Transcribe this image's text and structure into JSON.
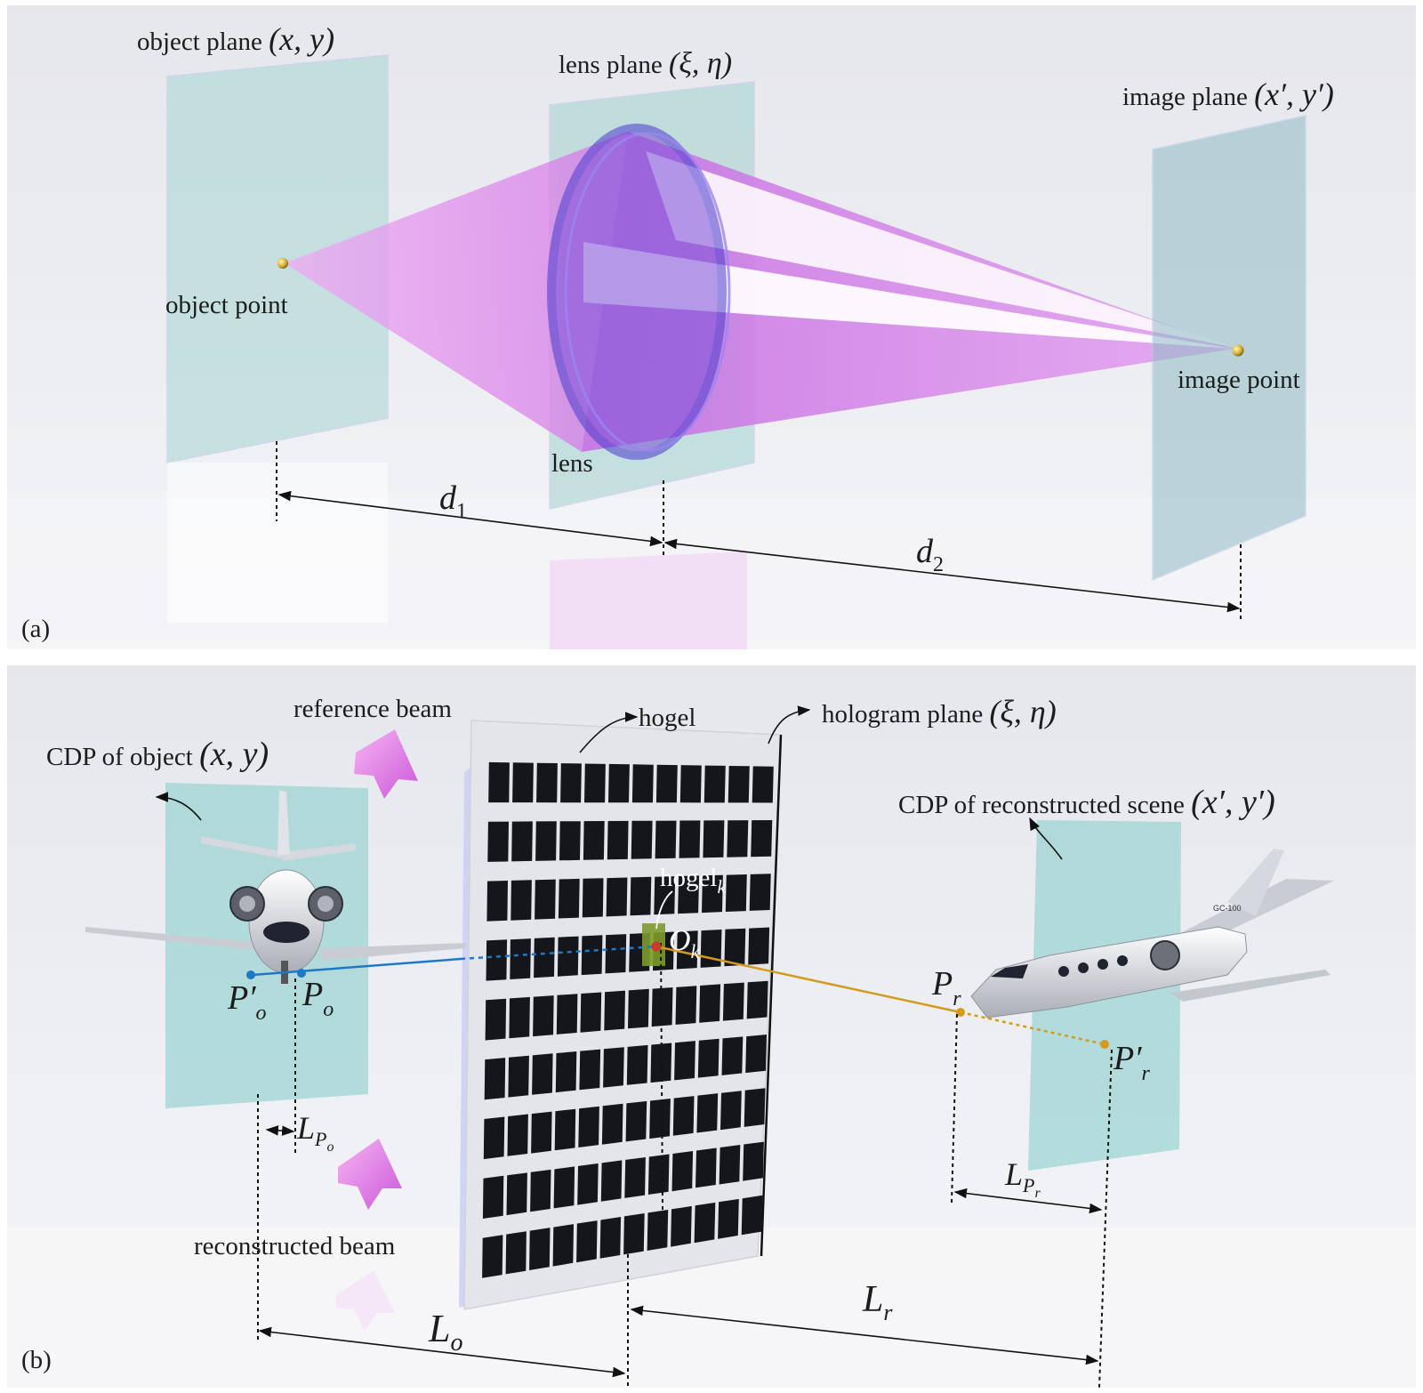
{
  "panel_a": {
    "tag": "(a)",
    "object_plane_label": "object plane",
    "object_plane_coords": "(x, y)",
    "lens_plane_label": "lens plane",
    "lens_plane_coords": "(ξ, η)",
    "image_plane_label": "image plane",
    "image_plane_coords": "(x′, y′)",
    "object_point_label": "object point",
    "image_point_label": "image point",
    "lens_label": "lens",
    "d1_base": "d",
    "d1_sub": "1",
    "d2_base": "d",
    "d2_sub": "2"
  },
  "panel_b": {
    "tag": "(b)",
    "reference_beam_label": "reference beam",
    "hogel_label": "hogel",
    "hologram_plane_label": "hologram plane",
    "hologram_plane_coords": "(ξ, η)",
    "cdp_object_label": "CDP of object",
    "cdp_object_coords": "(x, y)",
    "cdp_scene_label": "CDP of reconstructed scene",
    "cdp_scene_coords": "(x′, y′)",
    "hogel_k_base": "hogel",
    "hogel_k_sub": "k",
    "ok_base": "O",
    "ok_sub": "k",
    "po_prime_base": "P′",
    "po_prime_sub": "o",
    "po_base": "P",
    "po_sub": "o",
    "pr_base": "P",
    "pr_sub": "r",
    "pr_prime_base": "P′",
    "pr_prime_sub": "r",
    "lpo_base": "L",
    "lpo_sub": "P",
    "lpo_subsub": "o",
    "lpr_base": "L",
    "lpr_sub": "P",
    "lpr_subsub": "r",
    "reconstructed_beam_label": "reconstructed beam",
    "lo_base": "L",
    "lo_sub": "o",
    "lr_base": "L",
    "lr_sub": "r",
    "plane_label_airplane": "GC-100"
  },
  "colors": {
    "background_top": "#e4e6ec",
    "background_bottom": "#f4f5f8",
    "plane_glass": "#9fd3cf",
    "beam": "#e07ae8",
    "lens": "#7c4fe0",
    "object_ray": "#1e78c8",
    "reconstruct_ray": "#d49a1e",
    "hogel_panel": "#15161c",
    "hogel_highlight": "#7a9a2a"
  }
}
